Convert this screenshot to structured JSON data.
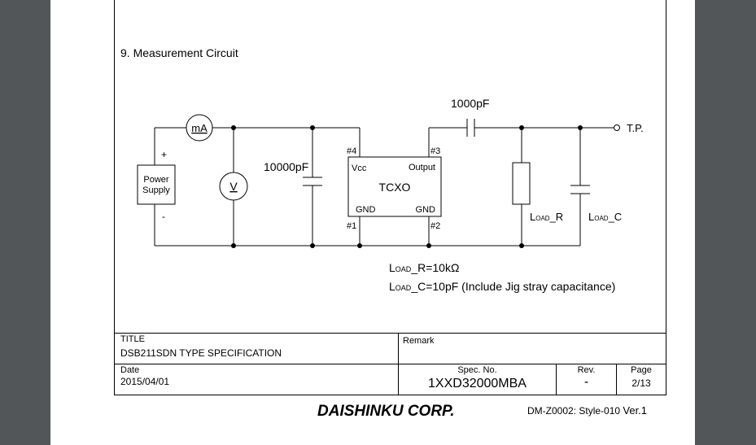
{
  "section": {
    "title": "9. Measurement Circuit"
  },
  "circuit": {
    "power_supply_line1": "Power",
    "power_supply_line2": "Supply",
    "plus": "+",
    "minus": "-",
    "ammeter": "mA",
    "voltmeter": "V",
    "cap_bypass": "10000pF",
    "cap_coupling": "1000pF",
    "tcxo": "TCXO",
    "pin4": "#4",
    "pin3": "#3",
    "pin1": "#1",
    "pin2": "#2",
    "vcc": "Vcc",
    "output": "Output",
    "gnd_left": "GND",
    "gnd_right": "GND",
    "tp": "T.P.",
    "load_prefix": "L",
    "load_sub": "OAD",
    "load_r_suffix": "_R",
    "load_c_suffix": "_C",
    "note_r_suffix": "_R=10kΩ",
    "note_c_suffix": "_C=10pF (Include Jig stray capacitance)"
  },
  "titleblock": {
    "title_label": "TITLE",
    "title_value": "DSB211SDN TYPE SPECIFICATION",
    "remark_label": "Remark",
    "date_label": "Date",
    "date_value": "2015/04/01",
    "spec_label": "Spec. No.",
    "spec_value": "1XXD32000MBA",
    "rev_label": "Rev.",
    "rev_value": "-",
    "page_label": "Page",
    "page_value": "2/13"
  },
  "footer": {
    "company": "DAISHINKU CORP.",
    "style": "DM-Z0002:  Style-010",
    "version": "Ver.1"
  }
}
